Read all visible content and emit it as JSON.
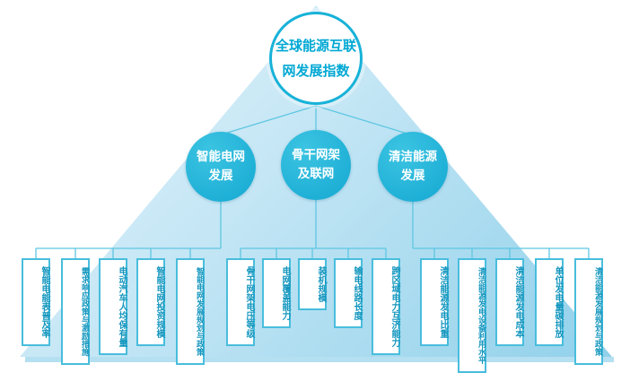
{
  "title": {
    "line1": "全球能源互联",
    "line2": "网发展指数"
  },
  "branches": [
    {
      "line1": "智能电网",
      "line2": "发展"
    },
    {
      "line1": "骨干网架",
      "line2": "及联网"
    },
    {
      "line1": "清洁能源",
      "line2": "发展"
    }
  ],
  "leaves": [
    {
      "label": "智能电能表普及率"
    },
    {
      "label": "需求响应政策与激励措施"
    },
    {
      "label": "电动汽车人均保有量"
    },
    {
      "label": "智能电网投资规模"
    },
    {
      "label": "智能电网发展规划与政策"
    },
    {
      "label": "骨干网架电压等级"
    },
    {
      "label": "电网覆盖能力"
    },
    {
      "label": "装机规模"
    },
    {
      "label": "输电线路长度"
    },
    {
      "label": "跨区域电力互济能力"
    },
    {
      "label": "清洁能源发电比重"
    },
    {
      "label": "清洁能源发电设备利用水平"
    },
    {
      "label": "清洁能源发电成本"
    },
    {
      "label": "单位发电量碳排放"
    },
    {
      "label": "清洁能源发展规划与政策"
    }
  ],
  "colors": {
    "node_teal": "#14a8d2",
    "root_text": "#00a8d4",
    "leaf_border": "#49bddd",
    "leaf_text": "#1496be",
    "line": "#5ec7e2",
    "triangle_light": "#e8f5fb",
    "triangle_dark": "#8fd0ea"
  }
}
